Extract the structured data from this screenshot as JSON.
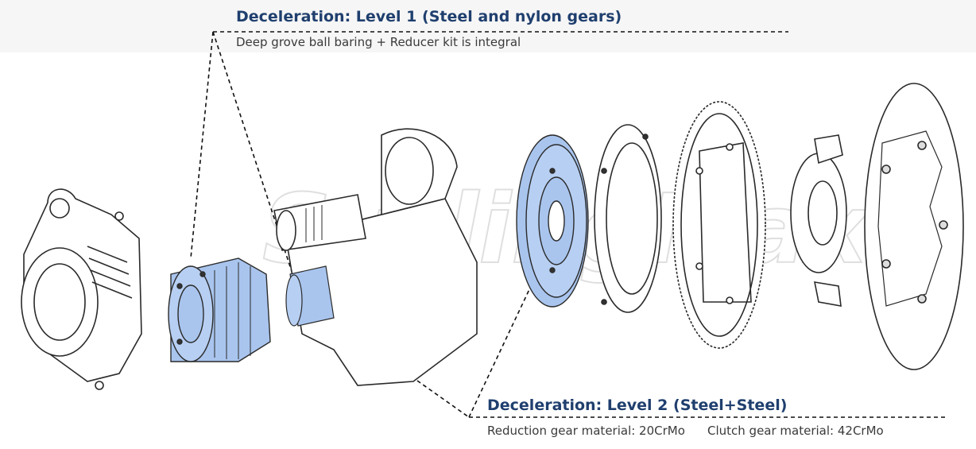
{
  "level1": {
    "title": "Deceleration: Level 1  (Steel and nylon gears)",
    "description": "Deep grove ball baring + Reducer kit is integral"
  },
  "level2": {
    "title": "Deceleration: Level 2 (Steel+Steel)",
    "reduction_gear": "Reduction gear material: 20CrMo",
    "clutch_gear": "Clutch gear material: 42CrMo"
  },
  "watermark": "SurlingMax",
  "colors": {
    "title": "#1f3f6e",
    "highlight": "#a9c5ee",
    "outline": "#2a2a2a"
  }
}
